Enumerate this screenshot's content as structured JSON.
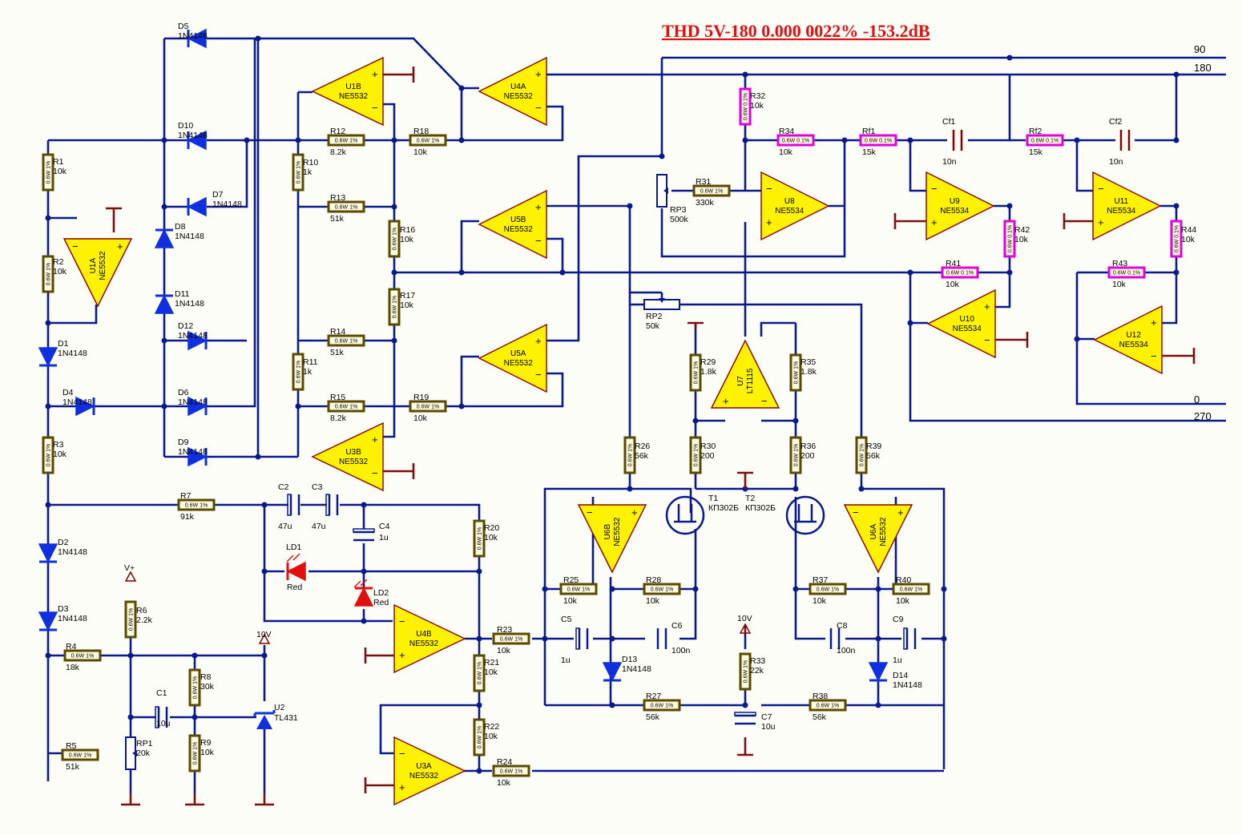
{
  "title": "THD 5V-180  0.000 0022%  -153.2dB",
  "outputs": [
    "90",
    "180",
    "0",
    "270"
  ],
  "supply_labels": [
    "V+",
    "10V",
    "10V"
  ],
  "colors": {
    "wire": "#0a1a8c",
    "opamp_fill": "#fff200",
    "title": "#e01010",
    "diode": "#1030e0",
    "led": "#e01010",
    "precision_resistor": "#e000e0"
  },
  "opamps": [
    {
      "ref": "U1B",
      "part": "NE5532"
    },
    {
      "ref": "U4A",
      "part": "NE5532"
    },
    {
      "ref": "U5B",
      "part": "NE5532"
    },
    {
      "ref": "U5A",
      "part": "NE5532"
    },
    {
      "ref": "U3B",
      "part": "NE5532"
    },
    {
      "ref": "U1A",
      "part": "NE5532"
    },
    {
      "ref": "U8",
      "part": "NE5534"
    },
    {
      "ref": "U9",
      "part": "NE5534"
    },
    {
      "ref": "U11",
      "part": "NE5534"
    },
    {
      "ref": "U10",
      "part": "NE5534"
    },
    {
      "ref": "U12",
      "part": "NE5534"
    },
    {
      "ref": "U7",
      "part": "LT1115"
    },
    {
      "ref": "U6B",
      "part": "NE5532"
    },
    {
      "ref": "U6A",
      "part": "NE5532"
    },
    {
      "ref": "U4B",
      "part": "NE5532"
    },
    {
      "ref": "U3A",
      "part": "NE5532"
    }
  ],
  "resistor_body": "0.6W 1%",
  "resistor_body_precise": "0.6W 0.1%",
  "resistors": [
    {
      "ref": "R1",
      "val": "10k"
    },
    {
      "ref": "R2",
      "val": "10k"
    },
    {
      "ref": "R3",
      "val": "10k"
    },
    {
      "ref": "R4",
      "val": "18k"
    },
    {
      "ref": "R5",
      "val": "51k"
    },
    {
      "ref": "R6",
      "val": "2.2k"
    },
    {
      "ref": "R7",
      "val": "91k"
    },
    {
      "ref": "R8",
      "val": "30k"
    },
    {
      "ref": "R9",
      "val": "10k"
    },
    {
      "ref": "R10",
      "val": "1k"
    },
    {
      "ref": "R11",
      "val": "1k"
    },
    {
      "ref": "R12",
      "val": "8.2k"
    },
    {
      "ref": "R13",
      "val": "51k"
    },
    {
      "ref": "R14",
      "val": "51k"
    },
    {
      "ref": "R15",
      "val": "8.2k"
    },
    {
      "ref": "R16",
      "val": "10k"
    },
    {
      "ref": "R17",
      "val": "10k"
    },
    {
      "ref": "R18",
      "val": "10k"
    },
    {
      "ref": "R19",
      "val": "10k"
    },
    {
      "ref": "R20",
      "val": "10k"
    },
    {
      "ref": "R21",
      "val": "10k"
    },
    {
      "ref": "R22",
      "val": "10k"
    },
    {
      "ref": "R23",
      "val": "10k"
    },
    {
      "ref": "R24",
      "val": "10k"
    },
    {
      "ref": "R25",
      "val": "10k"
    },
    {
      "ref": "R26",
      "val": "56k"
    },
    {
      "ref": "R27",
      "val": "56k"
    },
    {
      "ref": "R28",
      "val": "10k"
    },
    {
      "ref": "R29",
      "val": "1.8k"
    },
    {
      "ref": "R30",
      "val": "200"
    },
    {
      "ref": "R31",
      "val": "330k"
    },
    {
      "ref": "R32",
      "val": "10k"
    },
    {
      "ref": "R33",
      "val": "22k"
    },
    {
      "ref": "R34",
      "val": "10k"
    },
    {
      "ref": "R35",
      "val": "1.8k"
    },
    {
      "ref": "R36",
      "val": "200"
    },
    {
      "ref": "R37",
      "val": "10k"
    },
    {
      "ref": "R38",
      "val": "56k"
    },
    {
      "ref": "R39",
      "val": "56k"
    },
    {
      "ref": "R40",
      "val": "10k"
    },
    {
      "ref": "R41",
      "val": "10k"
    },
    {
      "ref": "R42",
      "val": "10k"
    },
    {
      "ref": "R43",
      "val": "10k"
    },
    {
      "ref": "R44",
      "val": "10k"
    },
    {
      "ref": "Rf1",
      "val": "15k"
    },
    {
      "ref": "Rf2",
      "val": "15k"
    }
  ],
  "caps": [
    {
      "ref": "C1",
      "val": "10u"
    },
    {
      "ref": "C2",
      "val": "47u"
    },
    {
      "ref": "C3",
      "val": "47u"
    },
    {
      "ref": "C4",
      "val": "1u"
    },
    {
      "ref": "C5",
      "val": "1u"
    },
    {
      "ref": "C6",
      "val": "100n"
    },
    {
      "ref": "C7",
      "val": "10u"
    },
    {
      "ref": "C8",
      "val": "100n"
    },
    {
      "ref": "C9",
      "val": "1u"
    },
    {
      "ref": "Cf1",
      "val": "10n"
    },
    {
      "ref": "Cf2",
      "val": "10n"
    }
  ],
  "pots": [
    {
      "ref": "RP1",
      "val": "20k"
    },
    {
      "ref": "RP2",
      "val": "50k"
    },
    {
      "ref": "RP3",
      "val": "500k"
    }
  ],
  "diodes": [
    {
      "ref": "D1",
      "val": "1N4148"
    },
    {
      "ref": "D2",
      "val": "1N4148"
    },
    {
      "ref": "D3",
      "val": "1N4148"
    },
    {
      "ref": "D4",
      "val": "1N4148"
    },
    {
      "ref": "D5",
      "val": "1N4148"
    },
    {
      "ref": "D6",
      "val": "1N4148"
    },
    {
      "ref": "D7",
      "val": "1N4148"
    },
    {
      "ref": "D8",
      "val": "1N4148"
    },
    {
      "ref": "D9",
      "val": "1N4148"
    },
    {
      "ref": "D10",
      "val": "1N4148"
    },
    {
      "ref": "D11",
      "val": "1N4148"
    },
    {
      "ref": "D12",
      "val": "1N4148"
    },
    {
      "ref": "D13",
      "val": "1N4148"
    },
    {
      "ref": "D14",
      "val": "1N4148"
    }
  ],
  "leds": [
    {
      "ref": "LD1",
      "val": "Red"
    },
    {
      "ref": "LD2",
      "val": "Red"
    }
  ],
  "transistors": [
    {
      "ref": "T1",
      "val": "КП302Б"
    },
    {
      "ref": "T2",
      "val": "КП302Б"
    }
  ],
  "regulator": {
    "ref": "U2",
    "val": "TL431"
  }
}
